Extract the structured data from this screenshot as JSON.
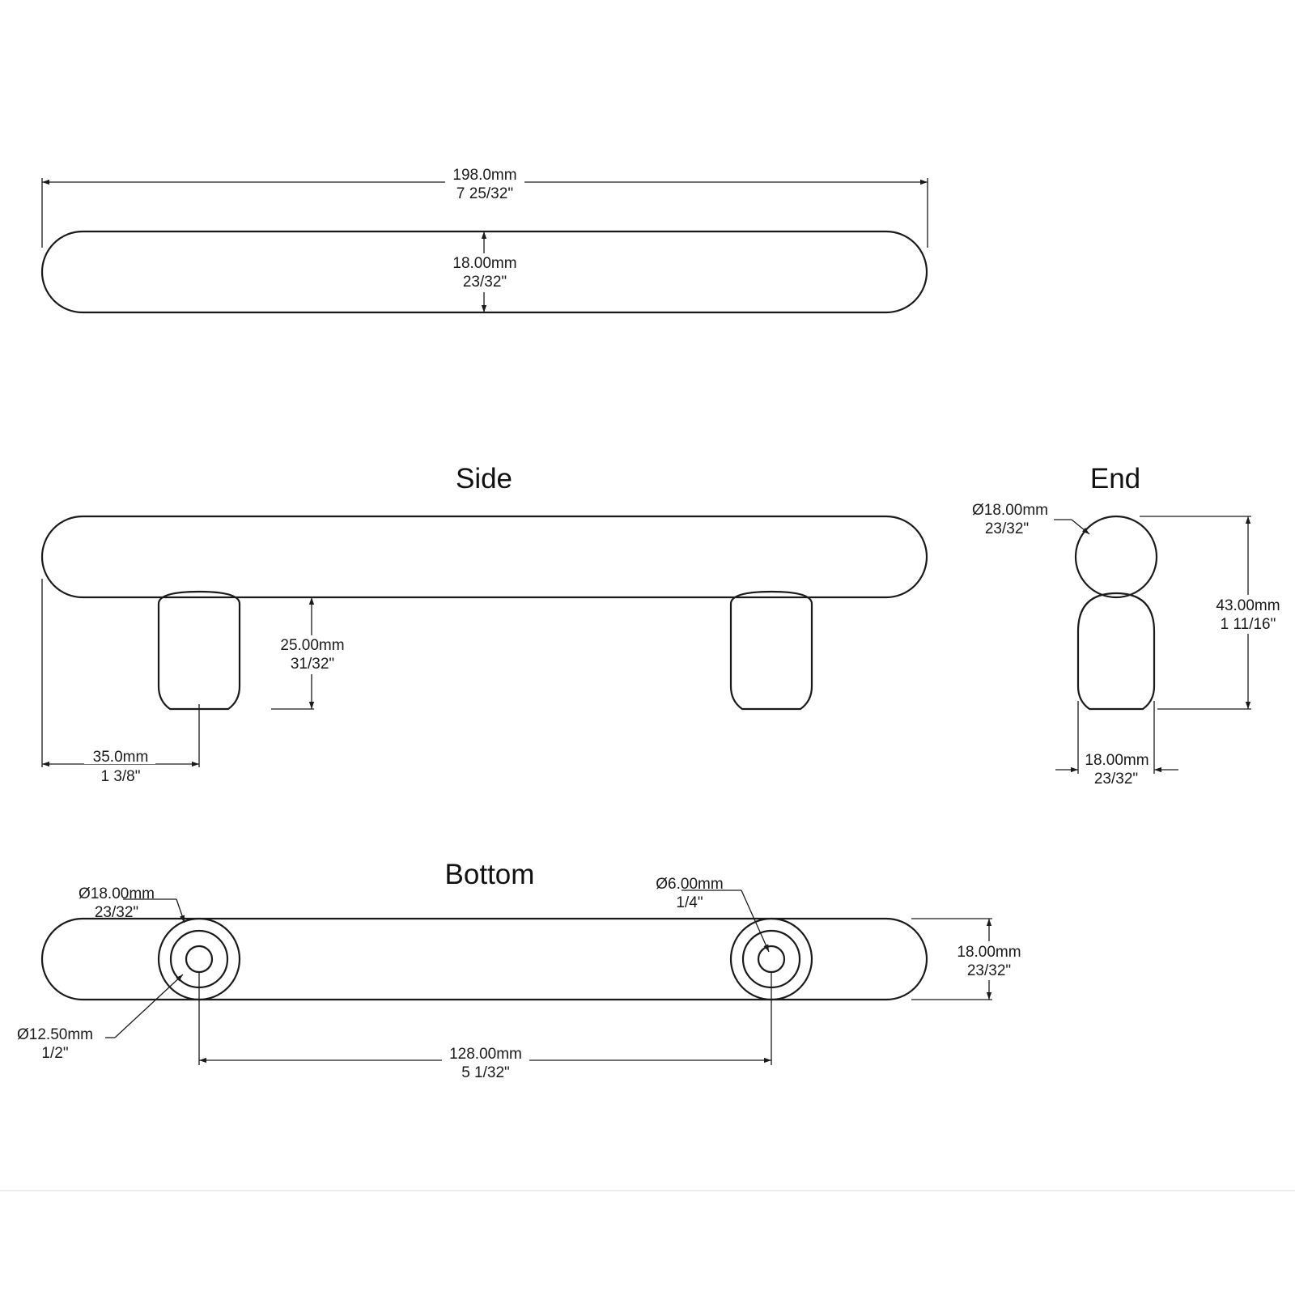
{
  "views": {
    "side_title": "Side",
    "end_title": "End",
    "bottom_title": "Bottom"
  },
  "top_view": {
    "overall_length": {
      "mm": "198.0mm",
      "inch": "7 25/32\""
    },
    "bar_height": {
      "mm": "18.00mm",
      "inch": "23/32\""
    }
  },
  "side_view": {
    "post_height": {
      "mm": "25.00mm",
      "inch": "31/32\""
    },
    "post_offset": {
      "mm": "35.0mm",
      "inch": "1 3/8\""
    }
  },
  "end_view": {
    "diameter": {
      "mm": "Ø18.00mm",
      "inch": "23/32\""
    },
    "total_height": {
      "mm": "43.00mm",
      "inch": "1 11/16\""
    },
    "width": {
      "mm": "18.00mm",
      "inch": "23/32\""
    }
  },
  "bottom_view": {
    "post_diameter": {
      "mm": "Ø18.00mm",
      "inch": "23/32\""
    },
    "hole_diameter": {
      "mm": "Ø6.00mm",
      "inch": "1/4\""
    },
    "ring_diameter": {
      "mm": "Ø12.50mm",
      "inch": "1/2\""
    },
    "hole_spacing": {
      "mm": "128.00mm",
      "inch": "5 1/32\""
    },
    "bar_height": {
      "mm": "18.00mm",
      "inch": "23/32\""
    }
  }
}
